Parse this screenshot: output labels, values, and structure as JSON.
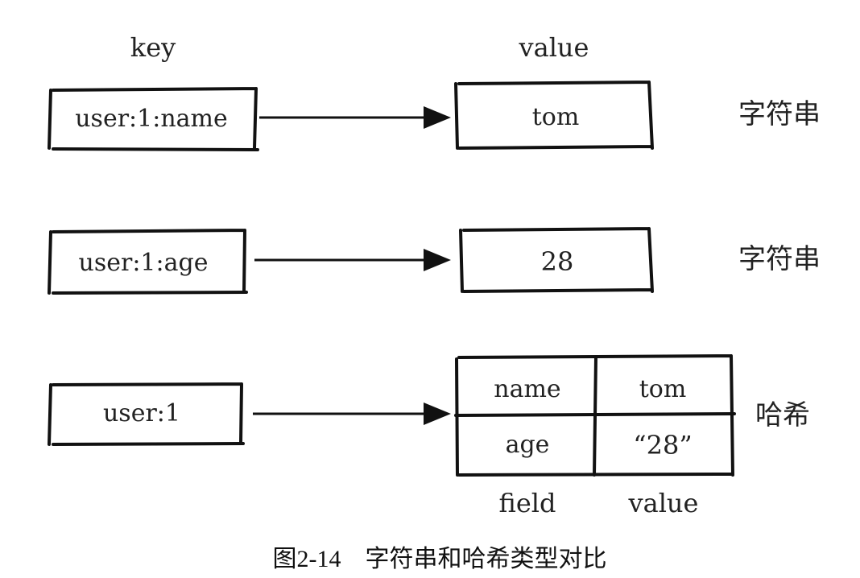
{
  "header": {
    "key_label": "key",
    "value_label": "value"
  },
  "rows": [
    {
      "key": "user:1:name",
      "value": "tom",
      "type": "字符串"
    },
    {
      "key": "user:1:age",
      "value": "28",
      "type": "字符串"
    },
    {
      "key": "user:1",
      "type": "哈希"
    }
  ],
  "hash": {
    "cells": [
      {
        "field": "name",
        "value": "tom"
      },
      {
        "field": "age",
        "value": "“28”"
      }
    ],
    "field_label": "field",
    "value_label": "value"
  },
  "caption": "图2-14　字符串和哈希类型对比"
}
